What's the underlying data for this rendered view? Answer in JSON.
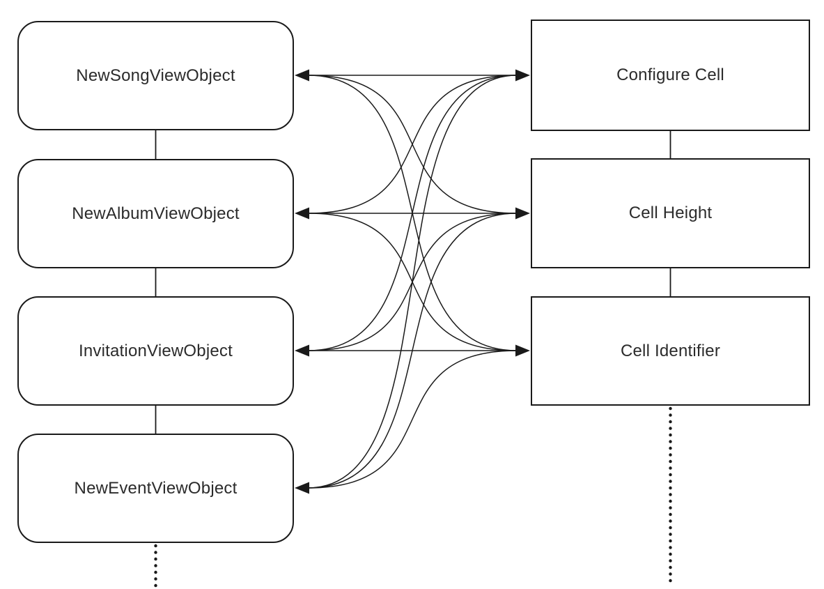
{
  "diagram": {
    "colors": {
      "background": "#ffffff",
      "stroke": "#1a1a1a",
      "text": "#2b2b2b"
    },
    "left_nodes": [
      {
        "id": "new-song",
        "label": "NewSongViewObject"
      },
      {
        "id": "new-album",
        "label": "NewAlbumViewObject"
      },
      {
        "id": "invitation",
        "label": "InvitationViewObject"
      },
      {
        "id": "new-event",
        "label": "NewEventViewObject"
      }
    ],
    "right_nodes": [
      {
        "id": "configure-cell",
        "label": "Configure Cell"
      },
      {
        "id": "cell-height",
        "label": "Cell Height"
      },
      {
        "id": "cell-identifier",
        "label": "Cell Identifier"
      }
    ],
    "edges": [
      {
        "from": "new-song",
        "to": "configure-cell",
        "bidirectional": true
      },
      {
        "from": "new-song",
        "to": "cell-height",
        "bidirectional": true
      },
      {
        "from": "new-song",
        "to": "cell-identifier",
        "bidirectional": true
      },
      {
        "from": "new-album",
        "to": "configure-cell",
        "bidirectional": true
      },
      {
        "from": "new-album",
        "to": "cell-height",
        "bidirectional": true
      },
      {
        "from": "new-album",
        "to": "cell-identifier",
        "bidirectional": true
      },
      {
        "from": "invitation",
        "to": "configure-cell",
        "bidirectional": true
      },
      {
        "from": "invitation",
        "to": "cell-height",
        "bidirectional": true
      },
      {
        "from": "invitation",
        "to": "cell-identifier",
        "bidirectional": true
      },
      {
        "from": "new-event",
        "to": "configure-cell",
        "bidirectional": true
      },
      {
        "from": "new-event",
        "to": "cell-height",
        "bidirectional": true
      },
      {
        "from": "new-event",
        "to": "cell-identifier",
        "bidirectional": true
      }
    ],
    "column_links": [
      {
        "from": "new-song",
        "to": "new-album",
        "style": "solid"
      },
      {
        "from": "new-album",
        "to": "invitation",
        "style": "solid"
      },
      {
        "from": "invitation",
        "to": "new-event",
        "style": "solid"
      },
      {
        "from": "configure-cell",
        "to": "cell-height",
        "style": "solid"
      },
      {
        "from": "cell-height",
        "to": "cell-identifier",
        "style": "solid"
      }
    ],
    "continuations": [
      {
        "from": "new-event",
        "style": "dotted"
      },
      {
        "from": "cell-identifier",
        "style": "dotted"
      }
    ]
  }
}
